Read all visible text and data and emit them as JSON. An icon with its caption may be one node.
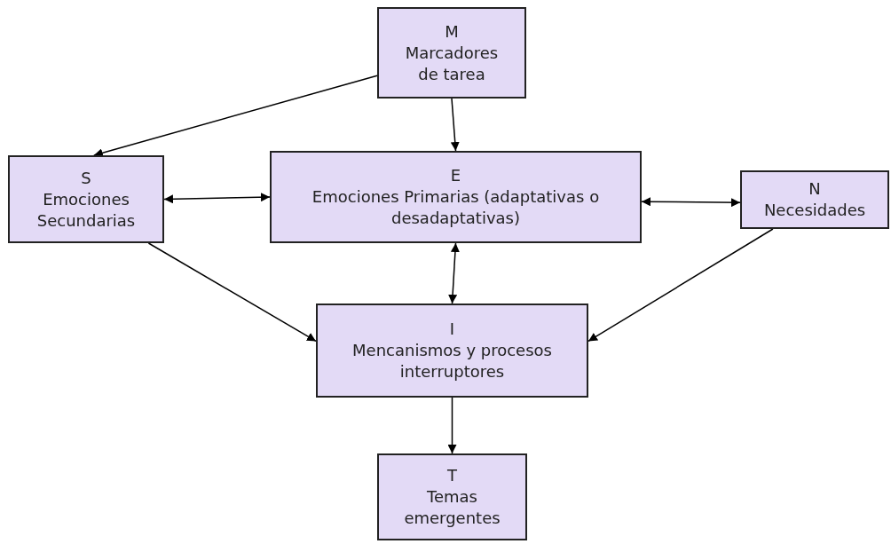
{
  "diagram": {
    "nodes": [
      {
        "text": [
          "M",
          "Marcadores de tarea"
        ]
      },
      {
        "text": [
          "S",
          "Emociones Secundarias"
        ]
      },
      {
        "text": [
          "E",
          "Emociones Primarias (adaptativas o desadaptativas)"
        ]
      },
      {
        "text": [
          "N",
          "Necesidades"
        ]
      },
      {
        "text": [
          "I",
          "Mencanismos y procesos interruptores"
        ]
      },
      {
        "text": [
          "T",
          "Temas emergentes"
        ]
      }
    ],
    "edges": [
      {
        "from": 0,
        "to": 1,
        "arrow": "to"
      },
      {
        "from": 0,
        "to": 2,
        "arrow": "to"
      },
      {
        "from": 1,
        "to": 2,
        "arrow": "both"
      },
      {
        "from": 2,
        "to": 3,
        "arrow": "both"
      },
      {
        "from": 2,
        "to": 4,
        "arrow": "both"
      },
      {
        "from": 1,
        "to": 4,
        "arrow": "to"
      },
      {
        "from": 3,
        "to": 4,
        "arrow": "to"
      },
      {
        "from": 4,
        "to": 5,
        "arrow": "to"
      }
    ]
  }
}
